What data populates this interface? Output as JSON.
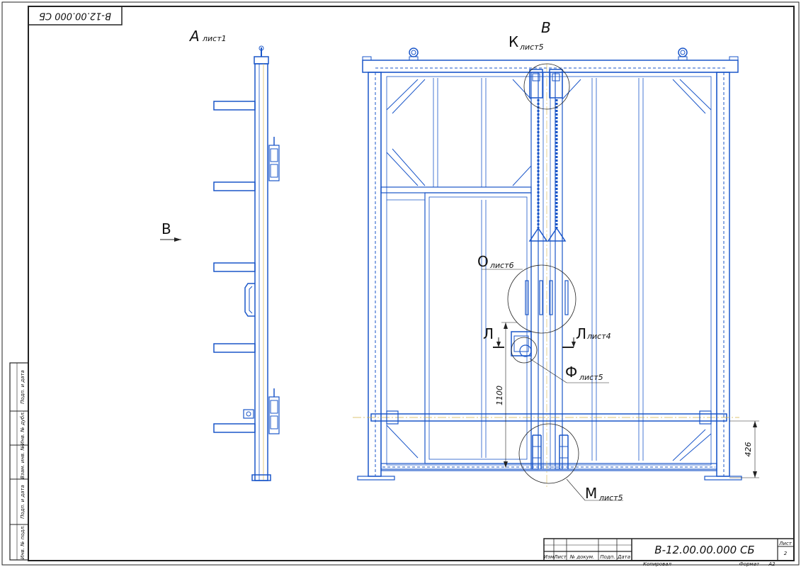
{
  "drawing": {
    "code_rotated": "В-12.00.000 СБ",
    "title_code": "В-12.00.00.000 СБ",
    "sheet_label": "Лист",
    "sheet_number": "2",
    "copied_label": "Копировал",
    "format_label": "Формат",
    "format_value": "А2",
    "title_headers": [
      "Изм",
      "Лист",
      "№ докум.",
      "Подп.",
      "Дата"
    ],
    "side_stamp": [
      "Подп. и дата",
      "Инв. № дубл.",
      "Взам. инв. №",
      "Подп. и дата",
      "Инв. № подл."
    ]
  },
  "views": {
    "side_view": {
      "letter": "А",
      "sheet": "лист1"
    },
    "front_view": {
      "letter": "В"
    },
    "arrow_b": "В"
  },
  "callouts": {
    "K": {
      "letter": "К",
      "sheet": "лист5"
    },
    "O": {
      "letter": "О",
      "sheet": "лист6"
    },
    "L_left": {
      "letter": "Л"
    },
    "L_right": {
      "letter": "Л",
      "sheet": "лист4"
    },
    "F": {
      "letter": "Ф",
      "sheet": "лист5"
    },
    "M": {
      "letter": "М",
      "sheet": "лист5"
    }
  },
  "dimensions": {
    "d1100": "1100",
    "d426": "426"
  },
  "colors": {
    "line": "#1a56c9",
    "frame": "#222222"
  }
}
